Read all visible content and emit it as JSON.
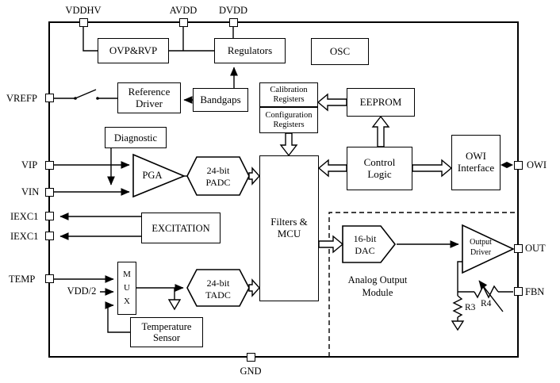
{
  "pins": {
    "vddhv": "VDDHV",
    "avdd": "AVDD",
    "dvdd": "DVDD",
    "gnd": "GND",
    "vrefp": "VREFP",
    "vip": "VIP",
    "vin": "VIN",
    "iexc1_top": "IEXC1",
    "iexc1_bottom": "IEXC1",
    "temp": "TEMP",
    "owi": "OWI",
    "out": "OUT",
    "fbn": "FBN"
  },
  "blocks": {
    "ovp_rvp": "OVP&RVP",
    "regulators": "Regulators",
    "osc": "OSC",
    "reference_driver": {
      "line1": "Reference",
      "line2": "Driver"
    },
    "bandgaps": "Bandgaps",
    "calibration_registers": {
      "line1": "Calibration",
      "line2": "Registers"
    },
    "configuration_registers": {
      "line1": "Configuration",
      "line2": "Registers"
    },
    "eeprom": "EEPROM",
    "diagnostic": "Diagnostic",
    "pga": "PGA",
    "padc": {
      "line1": "24-bit",
      "line2": "PADC"
    },
    "filters_mcu": {
      "line1": "Filters &",
      "line2": "MCU"
    },
    "control_logic": {
      "line1": "Control",
      "line2": "Logic"
    },
    "owi_interface": {
      "line1": "OWI",
      "line2": "Interface"
    },
    "excitation": "EXCITATION",
    "mux": {
      "l1": "M",
      "l2": "U",
      "l3": "X"
    },
    "tadc": {
      "line1": "24-bit",
      "line2": "TADC"
    },
    "temperature_sensor": {
      "line1": "Temperature",
      "line2": "Sensor"
    },
    "dac": {
      "line1": "16-bit",
      "line2": "DAC"
    },
    "output_driver": {
      "line1": "Output",
      "line2": "Driver"
    },
    "analog_output_module": {
      "line1": "Analog Output",
      "line2": "Module"
    }
  },
  "labels": {
    "vdd2": "VDD/2",
    "r3": "R3",
    "r4": "R4"
  },
  "colors": {
    "line": "#000000",
    "background": "#ffffff"
  }
}
